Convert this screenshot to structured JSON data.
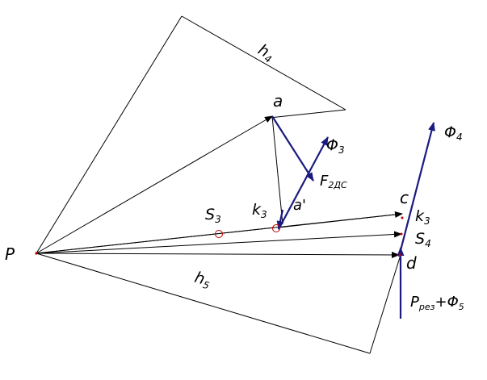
{
  "labels": {
    "P": "P",
    "h4": "h",
    "h4_sub": "4",
    "a": "a",
    "phi3": "Φ",
    "phi3_sub": "3",
    "phi4": "Φ",
    "phi4_sub": "4",
    "F": "F",
    "F_sub": "2ДС",
    "a_prime": "a'",
    "c": "c",
    "S3": "S",
    "S3_sub": "3",
    "k3_left": "k",
    "k3_left_sub": "3",
    "k3_right": "k",
    "k3_right_sub": "3",
    "S4": "S",
    "S4_sub": "4",
    "d": "d",
    "h5": "h",
    "h5_sub": "5",
    "Pres": "P",
    "Pres_sub": "рез",
    "plus": "+",
    "phi5": "Φ",
    "phi5_sub": "5"
  },
  "colors": {
    "line": "#000000",
    "force": "#1a1a80",
    "point": "#c00000"
  }
}
